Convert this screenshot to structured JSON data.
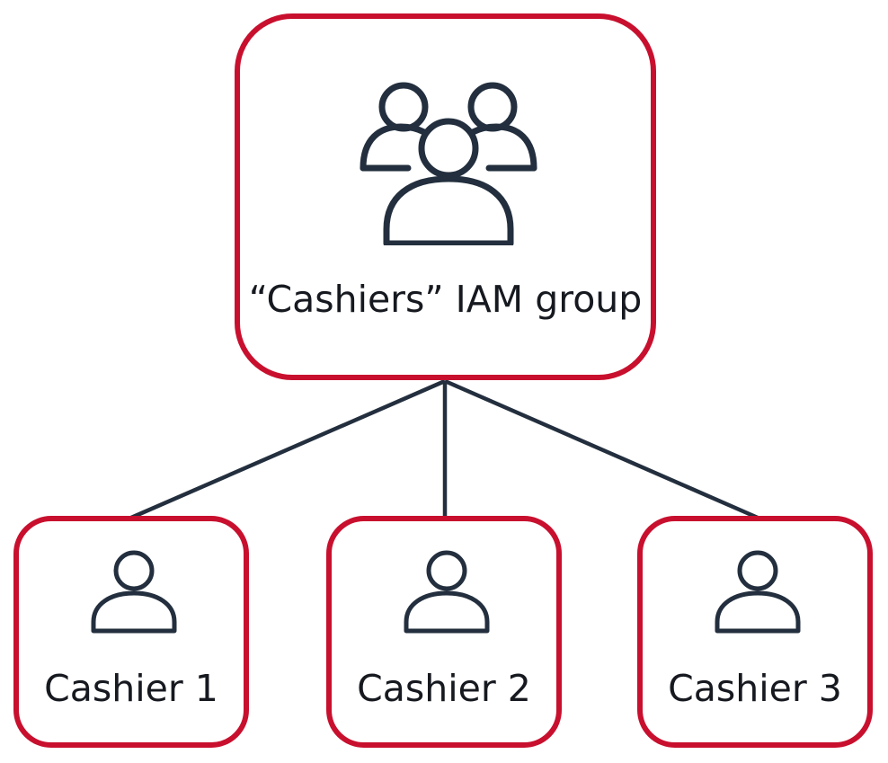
{
  "diagram": {
    "group": {
      "label": "“Cashiers” IAM group",
      "icon": "user-group-icon"
    },
    "users": [
      {
        "label": "Cashier 1",
        "icon": "user-icon"
      },
      {
        "label": "Cashier 2",
        "icon": "user-icon"
      },
      {
        "label": "Cashier 3",
        "icon": "user-icon"
      }
    ],
    "colors": {
      "node_border": "#c8102e",
      "connector": "#232f3e",
      "icon_stroke": "#232f3e",
      "text": "#16191f"
    }
  }
}
